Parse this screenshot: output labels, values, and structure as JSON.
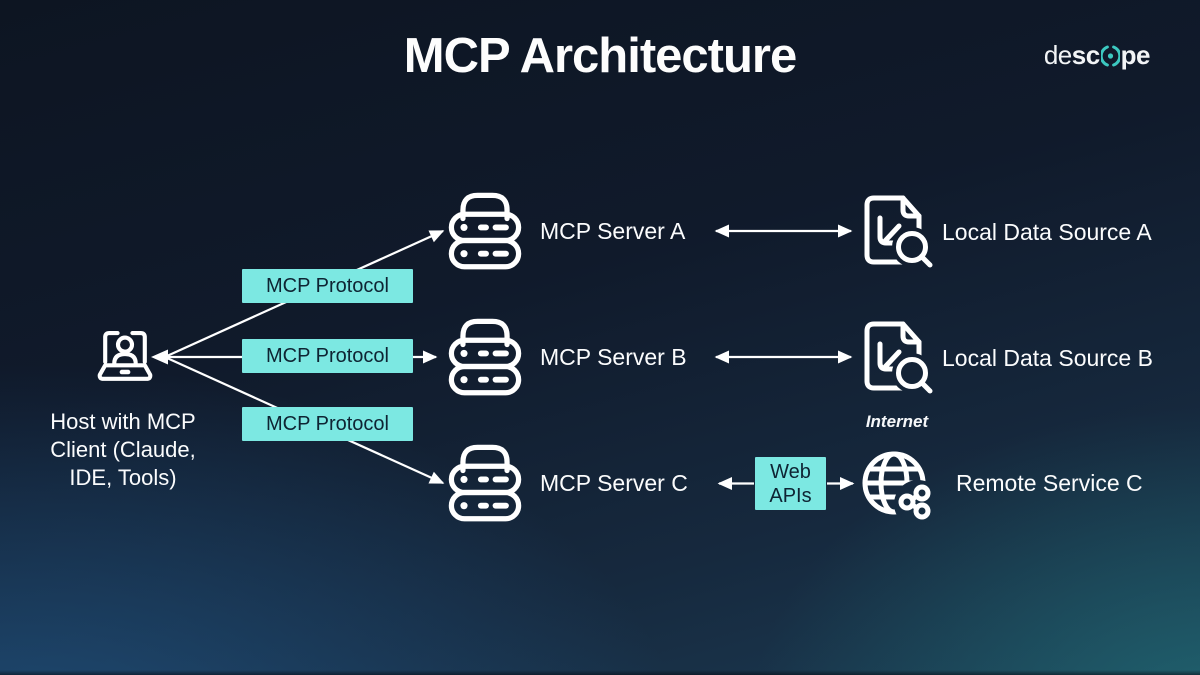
{
  "title": "MCP Architecture",
  "logo": {
    "part_light": "de",
    "part_bold_1": "sc",
    "part_bold_2": "pe"
  },
  "host": {
    "label_line1": "Host with MCP",
    "label_line2": "Client (Claude,",
    "label_line3": "IDE, Tools)"
  },
  "protocol_boxes": [
    {
      "label": "MCP Protocol"
    },
    {
      "label": "MCP Protocol"
    },
    {
      "label": "MCP Protocol"
    }
  ],
  "servers": [
    {
      "label": "MCP Server A"
    },
    {
      "label": "MCP Server B"
    },
    {
      "label": "MCP Server C"
    }
  ],
  "data_sources": [
    {
      "label": "Local Data Source A"
    },
    {
      "label": "Local Data Source B"
    }
  ],
  "remote_service": {
    "caption": "Internet",
    "label": "Remote Service C",
    "api_box_line1": "Web",
    "api_box_line2": "APIs"
  },
  "colors": {
    "accent_box": "#7ce8e2",
    "accent_box_text": "#0e2433",
    "connector": "#ffffff",
    "logo_accent": "#3cc8c0",
    "background_top": "#0d1522",
    "background_blue": "#25649b",
    "background_teal": "#237c80",
    "text": "#ffffff"
  }
}
